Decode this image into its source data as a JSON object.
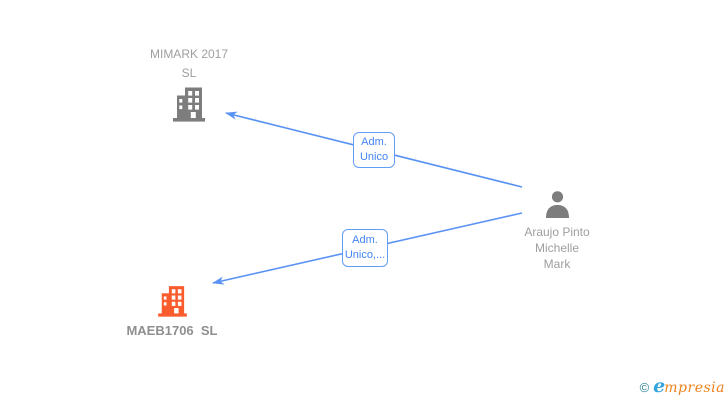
{
  "colors": {
    "background": "#ffffff",
    "edge_blue": "#5b93f5",
    "edge_label_text_blue": "#4285f4",
    "edge_label_border_blue": "#639df7",
    "company_icon_gray": "#7d7d7d",
    "company_icon_highlight_orange": "#fb5c2e",
    "person_icon_gray": "#7d7d7d",
    "node_label_gray": "#9e9e9e",
    "brand_copyright_teal": "#2a8094",
    "brand_initial_blue": "#35a5de",
    "brand_rest_orange": "#ee821d"
  },
  "nodes": {
    "company_mimark": {
      "icon": "building-icon",
      "name_line1": "MIMARK 2017",
      "name_line2": "SL"
    },
    "company_maeb": {
      "icon": "building-icon",
      "name": "MAEB1706  SL"
    },
    "person_araujo": {
      "icon": "person-icon",
      "name_line1": "Araujo Pinto",
      "name_line2": "Michelle",
      "name_line3": "Mark"
    }
  },
  "edges": {
    "person_to_mimark": {
      "label_line1": "Adm.",
      "label_line2": "Unico"
    },
    "person_to_maeb": {
      "label_line1": "Adm.",
      "label_line2": "Unico,..."
    }
  },
  "footer": {
    "copyright_symbol": "©",
    "brand_initial": "e",
    "brand_rest": "mpresia"
  }
}
